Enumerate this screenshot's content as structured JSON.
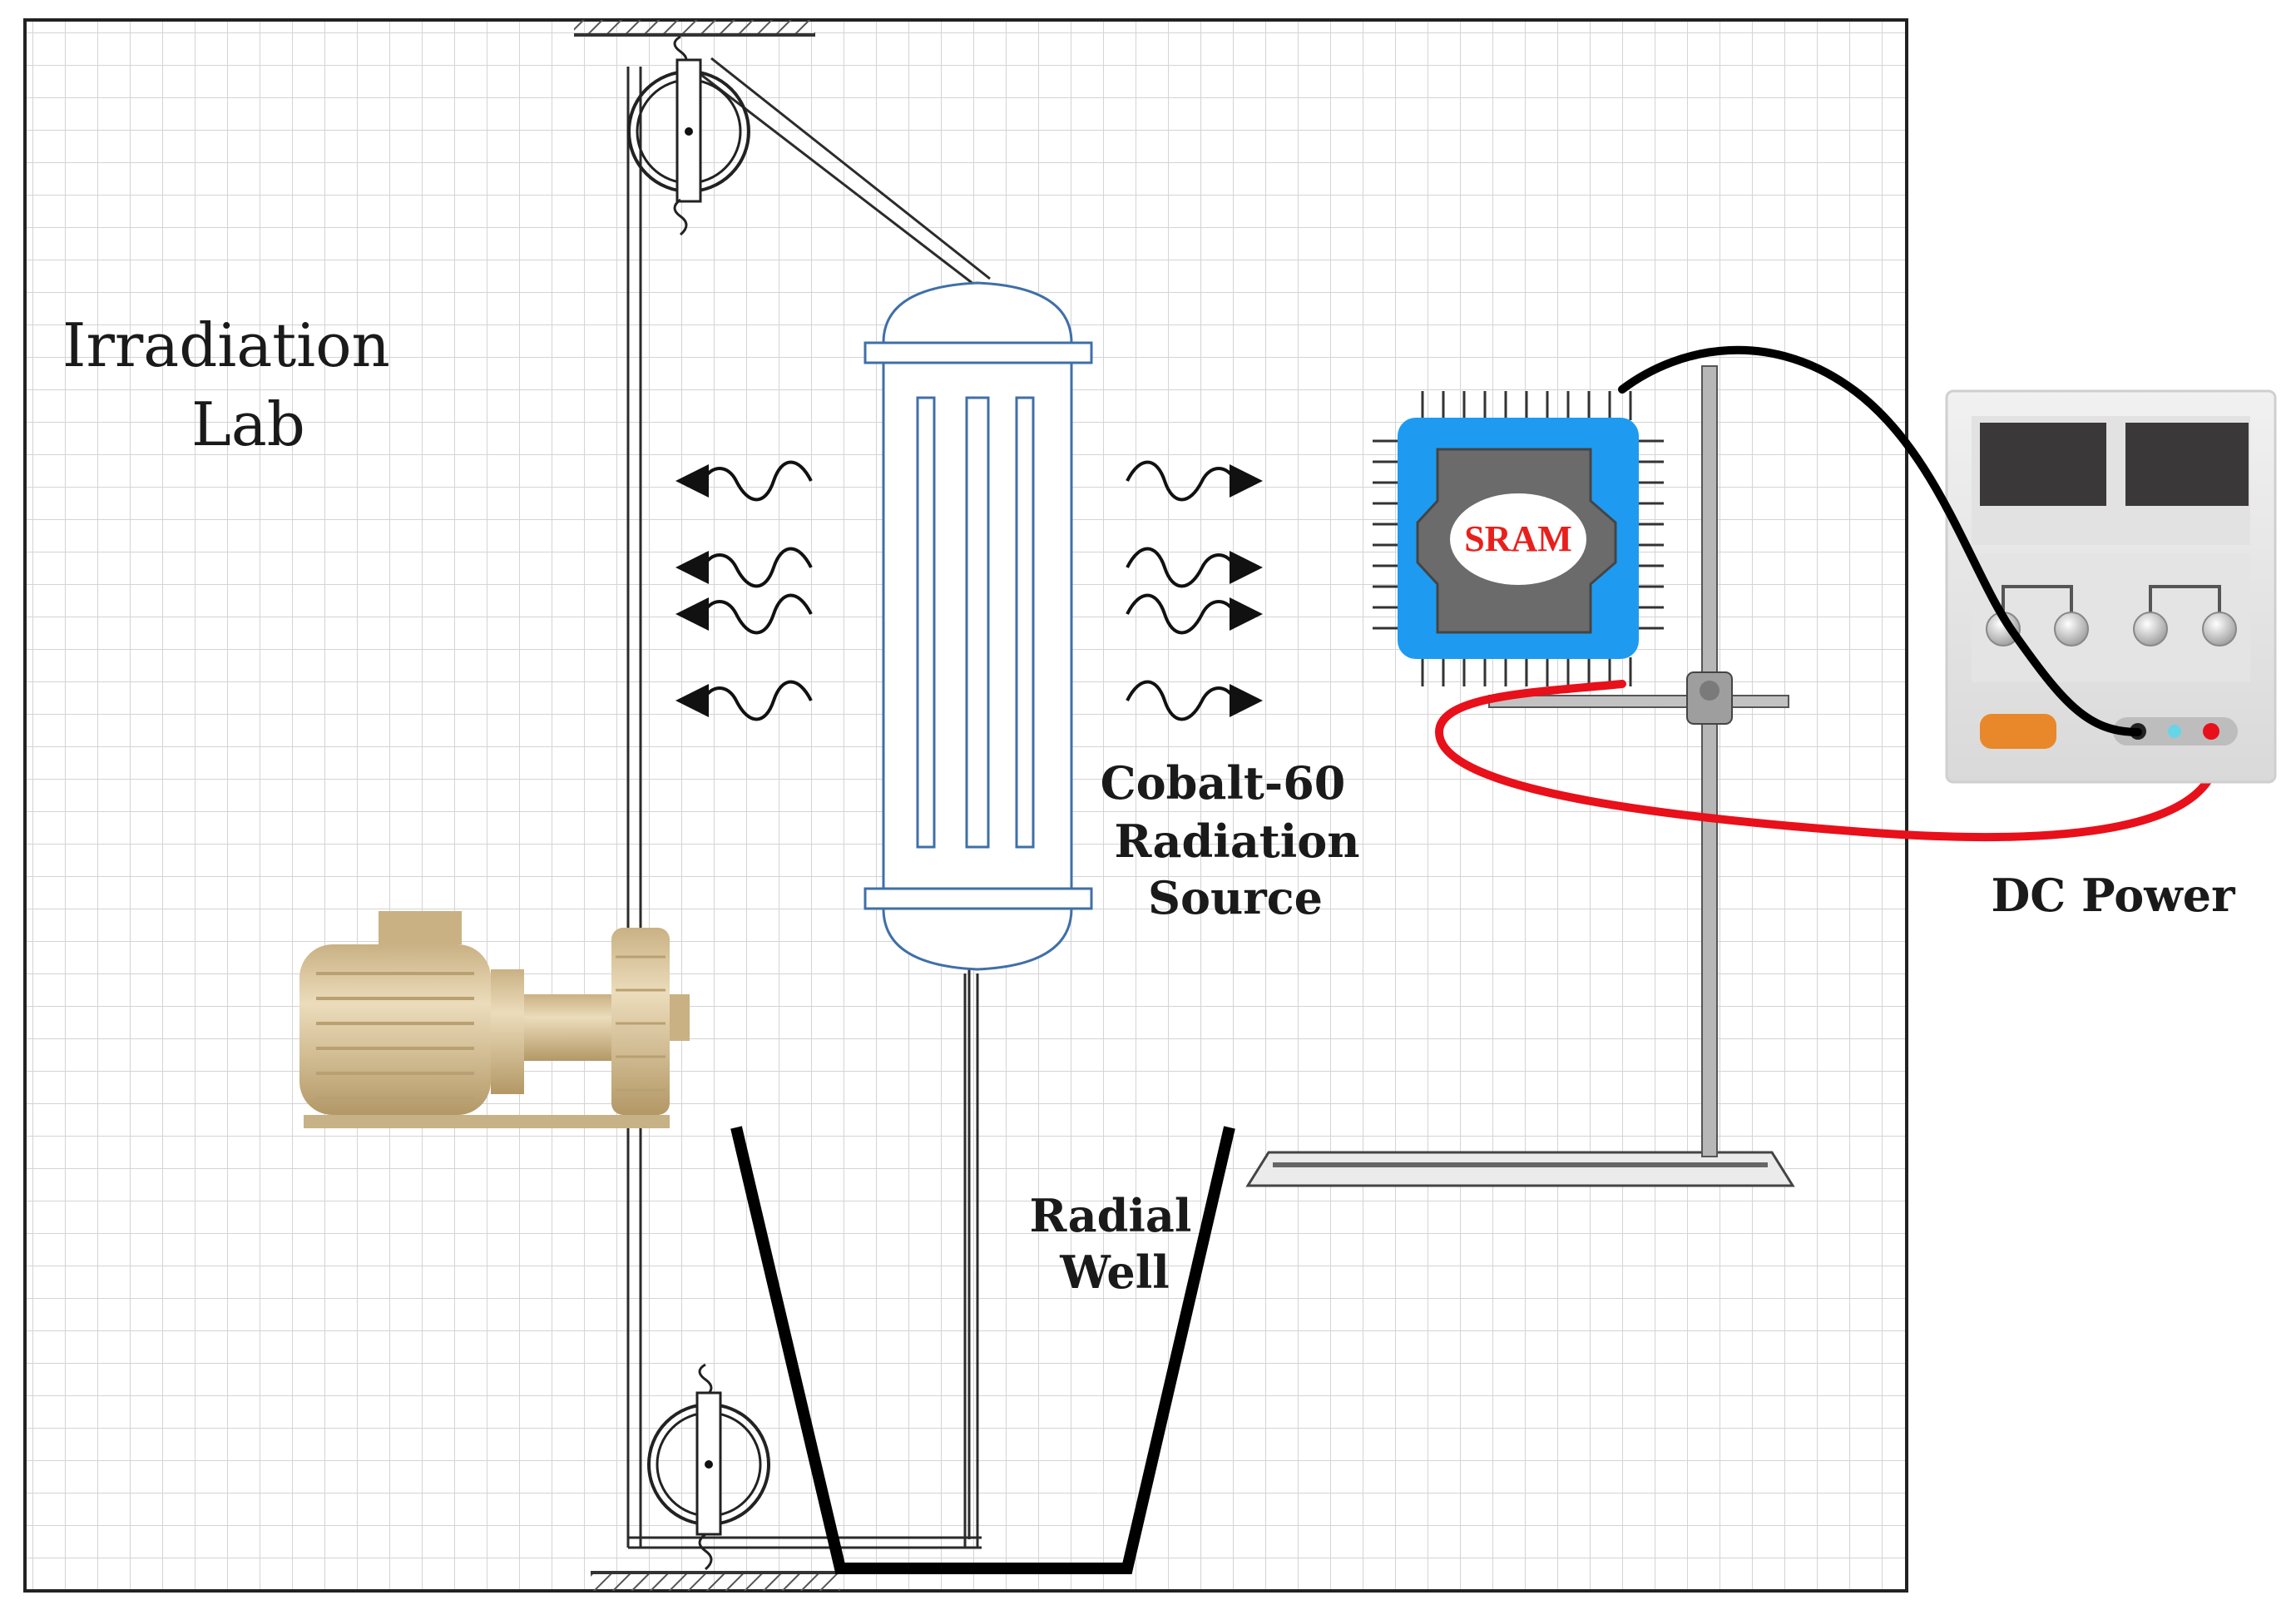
{
  "diagram": {
    "title_line1": "Irradiation",
    "title_line2": "Lab",
    "source_line1": "Cobalt-60",
    "source_line2": "Radiation",
    "source_line3": "Source",
    "well_line1": "Radial",
    "well_line2": "Well",
    "chip_label": "SRAM",
    "power_label": "DC Power"
  },
  "colors": {
    "grid": "#d4d4d4",
    "source_outline": "#3f6fa8",
    "chip_blue": "#1e9bf0",
    "chip_body": "#6b6b6b",
    "wire_black": "#000000",
    "wire_red": "#e8101a",
    "motor": "#d6c29c",
    "power_display": "#3a3838",
    "power_button": "#e8882a"
  },
  "icons": [
    "pulley-icon",
    "motor-icon",
    "radiation-wave-icon",
    "sram-chip-icon",
    "lab-stand-icon",
    "dc-power-supply-icon"
  ]
}
